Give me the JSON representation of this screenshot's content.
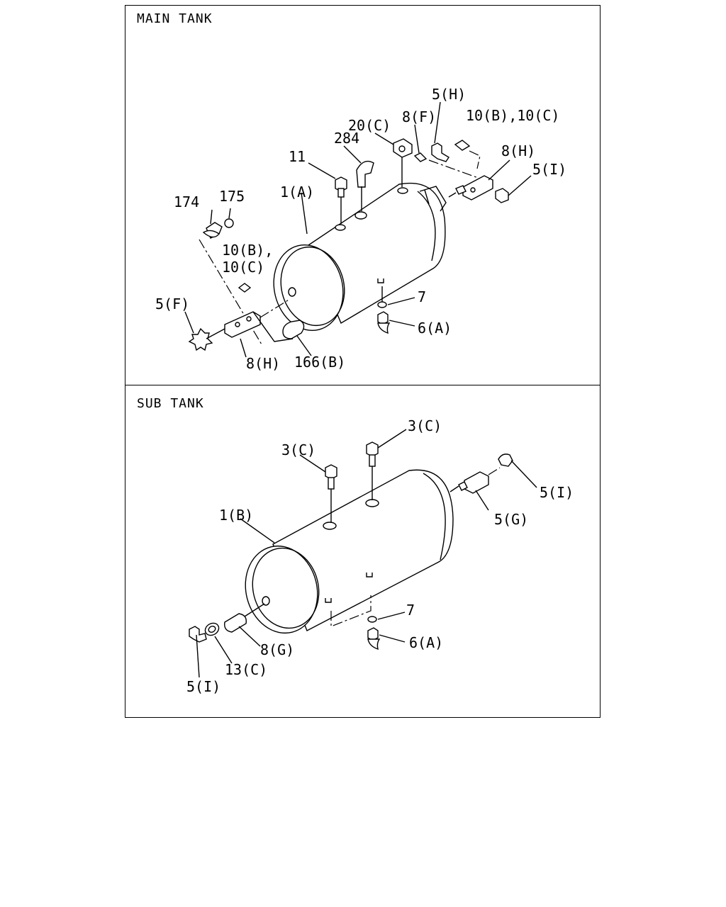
{
  "panels": {
    "main": {
      "title": "MAIN TANK",
      "labels": {
        "p1A": "1(A)",
        "p5H": "5(H)",
        "p8F": "8(F)",
        "p20C": "20(C)",
        "p284": "284",
        "p11": "11",
        "p10B10C_top": "10(B),10(C)",
        "p8H_top": "8(H)",
        "p5I": "5(I)",
        "p174": "174",
        "p175": "175",
        "p10B_line1": "10(B),",
        "p10C_line2": "10(C)",
        "p5F": "5(F)",
        "p7": "7",
        "p6A": "6(A)",
        "p8H_bottom": "8(H)",
        "p166B": "166(B)"
      }
    },
    "sub": {
      "title": "SUB TANK",
      "labels": {
        "p3C_right": "3(C)",
        "p3C_left": "3(C)",
        "p1B": "1(B)",
        "p5I_right": "5(I)",
        "p5G": "5(G)",
        "p7": "7",
        "p6A": "6(A)",
        "p8G": "8(G)",
        "p13C": "13(C)",
        "p5I_left": "5(I)"
      }
    }
  }
}
